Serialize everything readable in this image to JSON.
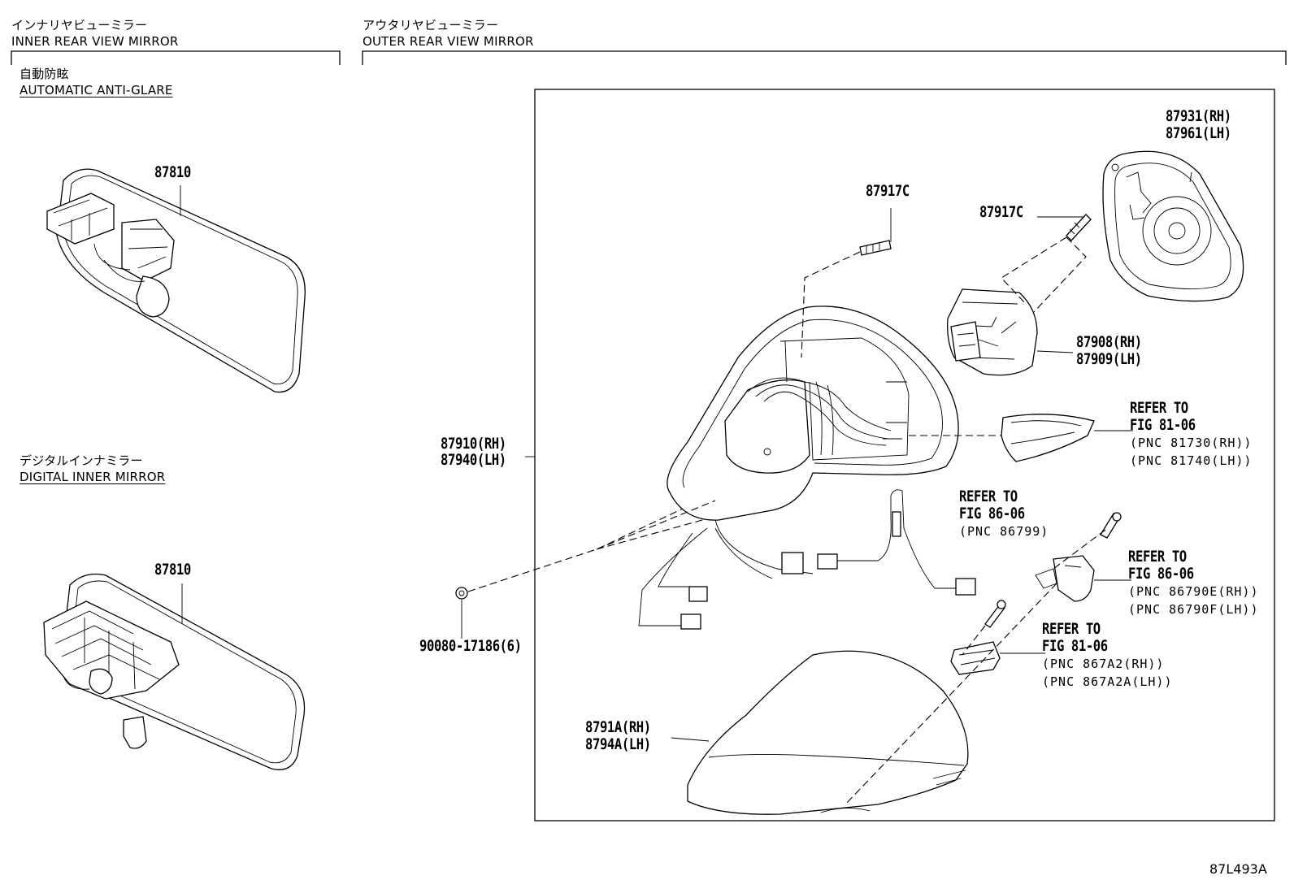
{
  "sections": {
    "inner": {
      "jp": "インナリヤビューミラー",
      "en": "INNER REAR VIEW MIRROR"
    },
    "outer": {
      "jp": "アウタリヤビューミラー",
      "en": "OUTER REAR VIEW MIRROR"
    },
    "auto": {
      "jp": "自動防眩",
      "en": "AUTOMATIC ANTI-GLARE"
    },
    "digital": {
      "jp": "デジタルインナミラー",
      "en": "DIGITAL INNER MIRROR"
    }
  },
  "parts": {
    "mirror_auto": "87810",
    "mirror_digital": "87810",
    "screw_top": "87917C",
    "screw_right": "87917C",
    "glass_rh": "87931(RH)",
    "glass_lh": "87961(LH)",
    "actuator_rh": "87908(RH)",
    "actuator_lh": "87909(LH)",
    "mirror_assy_rh": "87910(RH)",
    "mirror_assy_lh": "87940(LH)",
    "nut": "90080-17186(6)",
    "cover_rh": "8791A(RH)",
    "cover_lh": "8794A(LH)"
  },
  "refs": {
    "turn_lamp": {
      "refer": "REFER TO",
      "fig": "FIG 81-06",
      "pnc1": "(PNC 81730(RH))",
      "pnc2": "(PNC 81740(LH))"
    },
    "wire": {
      "refer": "REFER TO",
      "fig": "FIG 86-06",
      "pnc1": "(PNC 86799)"
    },
    "camera": {
      "refer": "REFER TO",
      "fig": "FIG 86-06",
      "pnc1": "(PNC 86790E(RH))",
      "pnc2": "(PNC 86790F(LH))"
    },
    "lamp": {
      "refer": "REFER TO",
      "fig": "FIG 81-06",
      "pnc1": "(PNC 867A2(RH))",
      "pnc2": "(PNC 867A2A(LH))"
    }
  },
  "figure_code": "87L493A"
}
